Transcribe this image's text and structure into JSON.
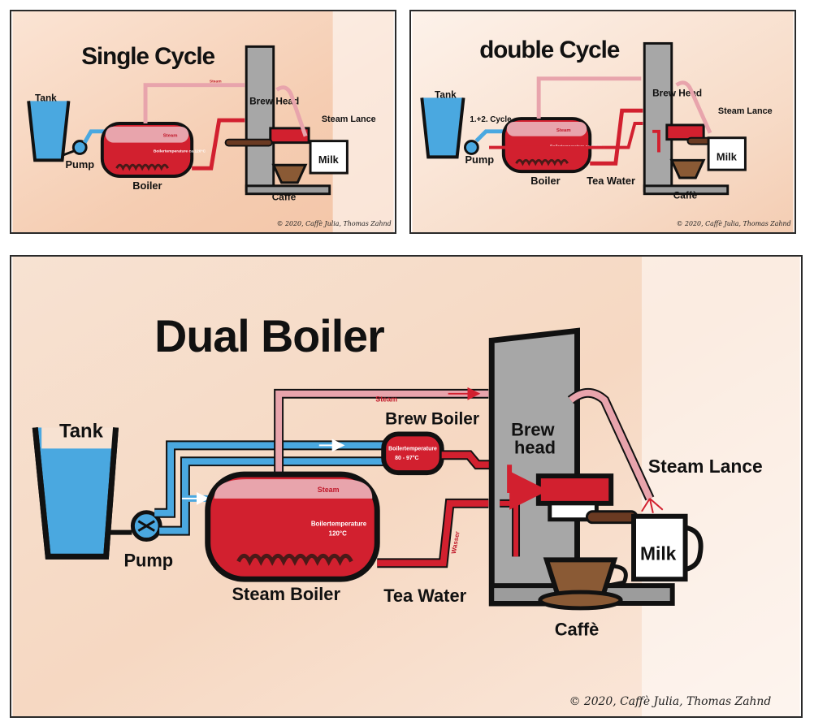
{
  "panels": {
    "single": {
      "title": "Single Cycle",
      "labels": {
        "tank": "Tank",
        "pump": "Pump",
        "boiler": "Boiler",
        "brew_head": "Brew Head",
        "steam_lance": "Steam Lance",
        "milk": "Milk",
        "caffe": "Caffè",
        "steam": "Steam",
        "steam_small": "Steam",
        "boiler_temp": "Boilertemperature ca.120°C"
      },
      "credit": "© 2020, Caffè Julia, Thomas Zahnd"
    },
    "double": {
      "title": "double Cycle",
      "labels": {
        "tank": "Tank",
        "pump": "Pump",
        "boiler": "Boiler",
        "tea_water": "Tea Water",
        "brew_head": "Brew Head",
        "steam_lance": "Steam Lance",
        "milk": "Milk",
        "caffe": "Caffè",
        "cycle": "1.+2. Cycle",
        "steam": "Steam",
        "boiler_temp": "Boilertemperature ca.120°C"
      },
      "credit": "© 2020, Caffè Julia, Thomas Zahnd"
    },
    "dual": {
      "title": "Dual Boiler",
      "labels": {
        "tank": "Tank",
        "pump": "Pump",
        "steam_boiler": "Steam Boiler",
        "tea_water": "Tea Water",
        "brew_boiler": "Brew Boiler",
        "brew_head_1": "Brew",
        "brew_head_2": "head",
        "steam_lance": "Steam Lance",
        "milk": "Milk",
        "caffe": "Caffè",
        "steam_pipe": "Steam",
        "steam_in_boiler": "Steam",
        "steam_boiler_temp_1": "Boilertemperature",
        "steam_boiler_temp_2": "120°C",
        "brew_boiler_temp_1": "Boilertemperature",
        "brew_boiler_temp_2": "80 - 97°C",
        "water_pipe": "Wasser"
      },
      "credit": "© 2020, Caffè Julia, Thomas Zahnd"
    }
  },
  "colors": {
    "water": "#4aa8e0",
    "boiler_red": "#d2202f",
    "steam_pink": "#e8a4ac",
    "machine_gray": "#a7a7a7",
    "coffee_brown": "#8a5a35",
    "background_peach": "#f6d6c0"
  }
}
